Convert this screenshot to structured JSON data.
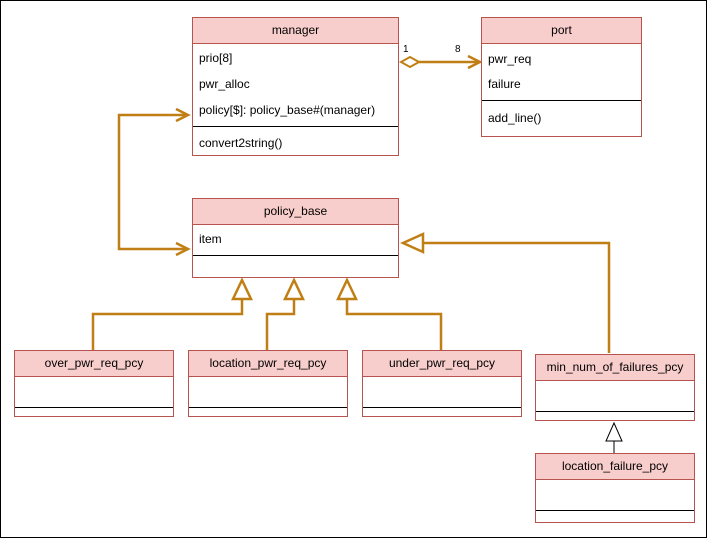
{
  "diagram": {
    "colors": {
      "class_fill": "#f8cecc",
      "class_stroke": "#b85450",
      "wire": "#c07f15",
      "generalization": "#000000"
    },
    "classes": {
      "manager": {
        "name": "manager",
        "attributes": [
          "prio[8]",
          "pwr_alloc",
          "policy[$]: policy_base#(manager)"
        ],
        "methods": [
          "convert2string()"
        ]
      },
      "port": {
        "name": "port",
        "attributes": [
          "pwr_req",
          "failure"
        ],
        "methods": [
          "add_line()"
        ]
      },
      "policy_base": {
        "name": "policy_base",
        "attributes": [
          "item"
        ],
        "methods": []
      },
      "over_pwr_req_pcy": {
        "name": "over_pwr_req_pcy"
      },
      "location_pwr_req_pcy": {
        "name": "location_pwr_req_pcy"
      },
      "under_pwr_req_pcy": {
        "name": "under_pwr_req_pcy"
      },
      "min_num_of_failures_pcy": {
        "name": "min_num_of_failures_pcy"
      },
      "location_failure_pcy": {
        "name": "location_failure_pcy"
      }
    },
    "relations": [
      {
        "type": "aggregation",
        "from": "manager",
        "to": "port",
        "source_multiplicity": "1",
        "target_multiplicity": "8"
      },
      {
        "type": "bidirectional-association",
        "from": "manager",
        "to": "policy_base"
      },
      {
        "type": "generalization",
        "from": "over_pwr_req_pcy",
        "to": "policy_base"
      },
      {
        "type": "generalization",
        "from": "location_pwr_req_pcy",
        "to": "policy_base"
      },
      {
        "type": "generalization",
        "from": "under_pwr_req_pcy",
        "to": "policy_base"
      },
      {
        "type": "generalization",
        "from": "min_num_of_failures_pcy",
        "to": "policy_base"
      },
      {
        "type": "generalization",
        "from": "location_failure_pcy",
        "to": "min_num_of_failures_pcy"
      }
    ]
  }
}
